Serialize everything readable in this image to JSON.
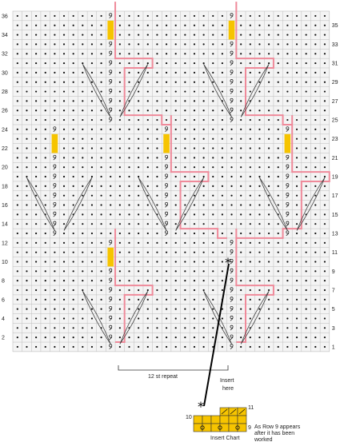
{
  "main_chart": {
    "rows": 36,
    "stitches": 34,
    "odd_row_numbers": [
      "1",
      "3",
      "5",
      "7",
      "9",
      "11",
      "13",
      "15",
      "17",
      "19",
      "21",
      "23",
      "25",
      "27",
      "29",
      "31",
      "33",
      "35"
    ],
    "even_row_numbers": [
      "2",
      "4",
      "6",
      "8",
      "10",
      "12",
      "14",
      "16",
      "18",
      "20",
      "22",
      "24",
      "26",
      "28",
      "30",
      "32",
      "34",
      "36"
    ],
    "repeat_label": "12 st repeat",
    "insert_label_line1": "Insert",
    "insert_label_line2": "here",
    "colors": {
      "grid_line": "#bdbdbd",
      "cell_dot": "#111111",
      "cell_background": "#f4f4f4",
      "highlight_outline": "#ef8a9a",
      "yellow_block": "#f6c400",
      "leaf_line": "#444444"
    },
    "symbols": [
      "purl-dot",
      "twisted-knit-loop",
      "decrease-arrow",
      "k2tog-up-arrow",
      "x-decrease"
    ]
  },
  "insert_chart": {
    "title": "Insert Chart",
    "row_10_label": "10",
    "row_11_label": "11",
    "row_9_label": "9",
    "row_9_note_line1": "As Row 9 appears",
    "row_9_note_line2": "after it has been",
    "row_9_note_line3": "worked",
    "star_symbol": "*"
  }
}
